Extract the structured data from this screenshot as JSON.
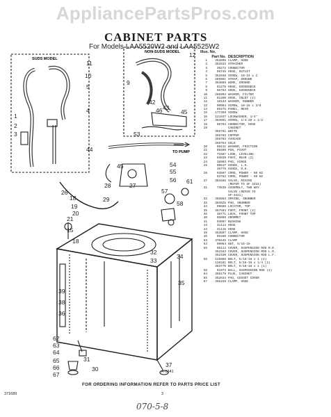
{
  "watermark": "AppliancePartsPros.com",
  "title": "CABINET PARTS",
  "subtitle": "For Models LAA5520W2 and LAA5525W2",
  "suds_model_label": "SUDS MODEL",
  "non_suds_label": "NON-SUDS MODEL",
  "to_pump_label": "TO PUMP",
  "ref_code": "A-0341",
  "order_note": "FOR ORDERING INFORMATION REFER TO PARTS PRICE LIST",
  "footer_code": "371689",
  "page_number": "3",
  "handwriting": "070-5-8",
  "table_header": {
    "illus_no": "Illus. No.",
    "part_no": "Part No.",
    "description": "DESCRIPTION"
  },
  "callouts": [
    "1",
    "2",
    "3",
    "4",
    "5",
    "9",
    "10",
    "11",
    "12",
    "42",
    "43",
    "44",
    "45",
    "46",
    "53",
    "54",
    "55",
    "56",
    "57",
    "58",
    "61",
    "1",
    "15",
    "18",
    "19",
    "20",
    "21",
    "26",
    "27",
    "28",
    "29",
    "30",
    "31",
    "32",
    "33",
    "34",
    "35",
    "36",
    "37",
    "38",
    "39",
    "62",
    "63",
    "64",
    "65",
    "66",
    "67"
  ],
  "parts": [
    {
      "no": "1",
      "pn": "353896",
      "desc": "CLAMP, HOSE"
    },
    {
      "no": "2",
      "pn": "352833",
      "desc": "STRAINER"
    },
    {
      "no": "3",
      "pn": "36272",
      "desc": "CONNECTOR"
    },
    {
      "no": "4",
      "pn": "96746",
      "desc": "HOSE, OUTLET"
    },
    {
      "no": "5",
      "pn": "352948",
      "desc": "SCREW, 10-24 x 1"
    },
    {
      "no": "6",
      "pn": "285961",
      "desc": "STRAP, GROUND"
    },
    {
      "no": "7",
      "pn": "354889",
      "desc": "WIRE, GROUND"
    },
    {
      "no": "8",
      "pn": "91275",
      "desc": "HOSE, GOOSENECK"
    },
    {
      "no": "9",
      "pn": "96763",
      "desc": "HOSE, GOOSENECK"
    },
    {
      "no": "10",
      "pn": "285993",
      "desc": "WASHER, FILTER"
    },
    {
      "no": "11",
      "pn": "61280",
      "desc": "HOSE, INLET (2)"
    },
    {
      "no": "12",
      "pn": "16133",
      "desc": "WASHER, RUBBER"
    },
    {
      "no": "13",
      "pn": "90084",
      "desc": "SCREW, 10-16 x 3/8"
    },
    {
      "no": "14",
      "pn": "85275",
      "desc": "PANEL, REAR"
    },
    {
      "no": "15",
      "pn": "177359",
      "desc": "SCREW"
    },
    {
      "no": "16",
      "pn": "121637",
      "desc": "LOCKWASHER, 1/4\""
    },
    {
      "no": "17",
      "pn": "383861",
      "desc": "SCREW, 1/4-20 x 1/2"
    },
    {
      "no": "18",
      "pn": "96704",
      "desc": "CONNECTOR, HOSE"
    },
    {
      "no": "19",
      "pn": "",
      "desc": "CABINET"
    },
    {
      "no": "",
      "pn": "358761",
      "desc": "WHITE"
    },
    {
      "no": "",
      "pn": "358762",
      "desc": "COPPER"
    },
    {
      "no": "",
      "pn": "358763",
      "desc": "AVOCADO"
    },
    {
      "no": "",
      "pn": "358764",
      "desc": "GOLD"
    },
    {
      "no": "20",
      "pn": "98411",
      "desc": "WASHER, FRICTION"
    },
    {
      "no": "21",
      "pn": "98409",
      "desc": "PIN, PIVOT"
    },
    {
      "no": "22",
      "pn": "71587",
      "desc": "LINK, LEVELING"
    },
    {
      "no": "23",
      "pn": "93839",
      "desc": "FOOT, REAR (2)"
    },
    {
      "no": "24",
      "pn": "38903",
      "desc": "PAD, HINGE"
    },
    {
      "no": "25",
      "pn": "90617",
      "desc": "HINGE, L.H."
    },
    {
      "no": "",
      "pn": "38775",
      "desc": "HINGE, R.H."
    },
    {
      "no": "26",
      "pn": "93567",
      "desc": "CORD, POWER - 60 HZ"
    },
    {
      "no": "",
      "pn": "93762",
      "desc": "CORD, POWER - 50 HZ"
    },
    {
      "no": "27",
      "pn": "363488",
      "desc": "VALVE, MIXING"
    },
    {
      "no": "",
      "pn": "",
      "desc": "(REFER TO SF 3421)"
    },
    {
      "no": "31",
      "pn": "73538",
      "desc": "ASSEMBLY, TWO WAY"
    },
    {
      "no": "",
      "pn": "",
      "desc": "VALVE (REFER TO"
    },
    {
      "no": "",
      "pn": "",
      "desc": "SF-3421)"
    },
    {
      "no": "32",
      "pn": "355863",
      "desc": "SPRING, SNUBBER"
    },
    {
      "no": "33",
      "pn": "363825",
      "desc": "PAD, SNUBBER"
    },
    {
      "no": "34",
      "pn": "99686",
      "desc": "LOCATOR, TOP"
    },
    {
      "no": "35",
      "pn": "357594",
      "desc": "FOOT, FRONT (2)"
    },
    {
      "no": "36",
      "pn": "38771",
      "desc": "LOCK, FRONT TOP"
    },
    {
      "no": "40",
      "pn": "95096",
      "desc": "GROMMET"
    },
    {
      "no": "41",
      "pn": "93097",
      "desc": "BUSHING"
    },
    {
      "no": "43",
      "pn": "31114",
      "desc": "HOSE"
    },
    {
      "no": "44",
      "pn": "31115",
      "desc": "HOSE"
    },
    {
      "no": "45",
      "pn": "353897",
      "desc": "CLAMP, HOSE"
    },
    {
      "no": "46",
      "pn": "95460",
      "desc": "CONNECTOR"
    },
    {
      "no": "53",
      "pn": "370445",
      "desc": "CLAMP"
    },
    {
      "no": "54",
      "pn": "90984",
      "desc": "NUT, 5/16-18"
    },
    {
      "no": "55",
      "pn": "96114",
      "desc": "COVER, SUSPENSION ROD R.R."
    },
    {
      "no": "",
      "pn": "352163",
      "desc": "COVER, SUSPENSION ROD L.R."
    },
    {
      "no": "",
      "pn": "352330",
      "desc": "COVER, SUSPENSION ROD L.F."
    },
    {
      "no": "56",
      "pn": "126088",
      "desc": "BOLT, 5/16-18 x 1 (3)"
    },
    {
      "no": "",
      "pn": "126181",
      "desc": "BOLT, 5/16-18 x 1/4 (2)"
    },
    {
      "no": "",
      "pn": "383770",
      "desc": "BOLT, 5/16-18 x 1 (1)"
    },
    {
      "no": "58",
      "pn": "91973",
      "desc": "BALL, SUSPENSION ROD (3)"
    },
    {
      "no": "64",
      "pn": "356179",
      "desc": "PLUG, CABINET"
    },
    {
      "no": "65",
      "pn": "352634",
      "desc": "PAD, GUSSET COVER"
    },
    {
      "no": "67",
      "pn": "356158",
      "desc": "CLAMP, HOSE"
    }
  ]
}
